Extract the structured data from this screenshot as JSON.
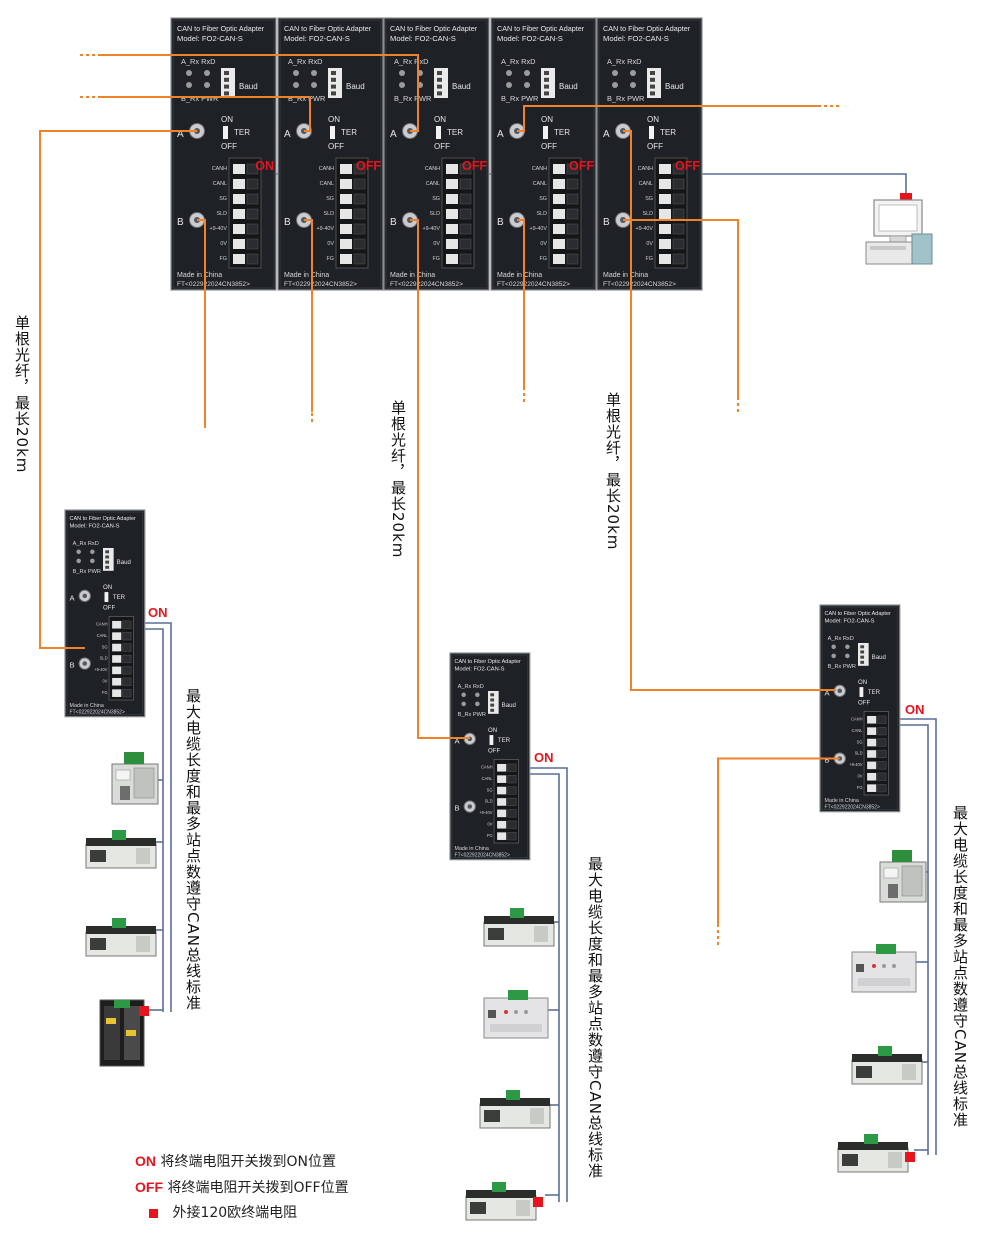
{
  "device": {
    "title": "CAN to Fiber Optic Adapter",
    "model": "Model: FO2-CAN-S",
    "led_a": "A_Rx RxD",
    "led_b": "B_Rx PWR",
    "baud": "Baud",
    "port_a": "A",
    "port_b": "B",
    "sw_on": "ON",
    "sw_ter": "TER",
    "sw_off": "OFF",
    "terminals": [
      "CANH",
      "CANL",
      "SG",
      "SLD",
      "+9-40V",
      "0V",
      "FG"
    ],
    "made": "Made in China",
    "code": "FT<022922024CN3852>"
  },
  "top_devices": [
    {
      "ter": "ON"
    },
    {
      "ter": "OFF"
    },
    {
      "ter": "OFF"
    },
    {
      "ter": "OFF"
    },
    {
      "ter": "OFF"
    }
  ],
  "remote_devices": [
    {
      "ter": "ON"
    },
    {
      "ter": "ON"
    },
    {
      "ter": "ON"
    }
  ],
  "labels": {
    "fiber": "单根光纤，最长20km",
    "bus": "最大电缆长度和最多站点数遵守CAN总线标准"
  },
  "legend": {
    "on_tag": "ON",
    "on_text": "将终端电阻开关拨到ON位置",
    "off_tag": "OFF",
    "off_text": "将终端电阻开关拨到OFF位置",
    "resistor_text": "外接120欧终端电阻"
  },
  "colors": {
    "fiber": "#f0832a",
    "bus": "#5a6f97",
    "device": "#1e2125",
    "terminal_red": "#e8141d"
  }
}
